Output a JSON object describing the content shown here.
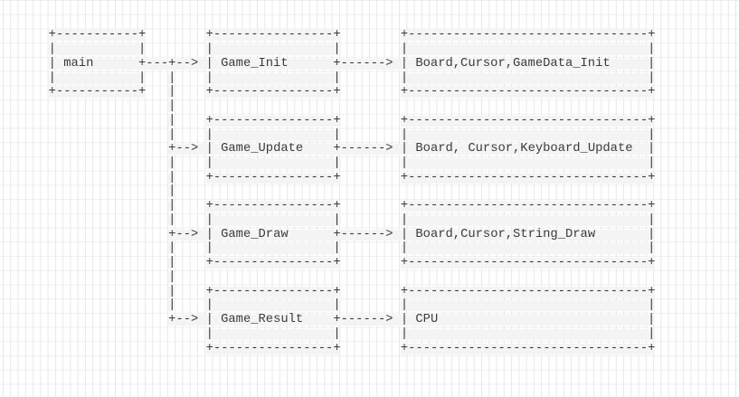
{
  "diagram": {
    "kind": "ascii-call-flow-diagram",
    "labels": {
      "entry": "main",
      "stages": [
        {
          "function": "Game_Init",
          "calls": "Board,Cursor,GameData_Init"
        },
        {
          "function": "Game_Update",
          "calls": "Board, Cursor,Keyboard_Update"
        },
        {
          "function": "Game_Draw",
          "calls": "Board,Cursor,String_Draw"
        },
        {
          "function": "Game_Result",
          "calls": "CPU"
        }
      ]
    },
    "colors": {
      "background": "#ffffff",
      "grid_vertical": "#e8e8e8",
      "grid_horizontal": "#efefef",
      "text": "#3b3b3b",
      "highlight": "#f4f4f4"
    },
    "lines": [
      {
        "r": 2,
        "s": [
          {
            "c": 6,
            "t": "+-----------+"
          },
          {
            "c": 27,
            "t": "+----------------+"
          },
          {
            "c": 53,
            "t": "+--------------------------------+"
          }
        ]
      },
      {
        "r": 3,
        "s": [
          {
            "c": 6,
            "t": "|           |"
          },
          {
            "c": 27,
            "t": "|                |"
          },
          {
            "c": 53,
            "t": "|                                |"
          }
        ]
      },
      {
        "r": 4,
        "s": [
          {
            "c": 6,
            "t": "| main      +---+--> | Game_Init      +------> | Board,Cursor,GameData_Init     |"
          }
        ]
      },
      {
        "r": 5,
        "s": [
          {
            "c": 6,
            "t": "|           |"
          },
          {
            "c": 22,
            "t": "|"
          },
          {
            "c": 27,
            "t": "|                |"
          },
          {
            "c": 53,
            "t": "|                                |"
          }
        ]
      },
      {
        "r": 6,
        "s": [
          {
            "c": 6,
            "t": "+-----------+"
          },
          {
            "c": 22,
            "t": "|"
          },
          {
            "c": 27,
            "t": "+----------------+"
          },
          {
            "c": 53,
            "t": "+--------------------------------+"
          }
        ]
      },
      {
        "r": 7,
        "s": [
          {
            "c": 22,
            "t": "|"
          }
        ]
      },
      {
        "r": 8,
        "s": [
          {
            "c": 22,
            "t": "|"
          },
          {
            "c": 27,
            "t": "+----------------+"
          },
          {
            "c": 53,
            "t": "+--------------------------------+"
          }
        ]
      },
      {
        "r": 9,
        "s": [
          {
            "c": 22,
            "t": "|"
          },
          {
            "c": 27,
            "t": "|                |"
          },
          {
            "c": 53,
            "t": "|                                |"
          }
        ]
      },
      {
        "r": 10,
        "s": [
          {
            "c": 22,
            "t": "+--> | Game_Update    +------> | Board, Cursor,Keyboard_Update  |"
          }
        ]
      },
      {
        "r": 11,
        "s": [
          {
            "c": 22,
            "t": "|"
          },
          {
            "c": 27,
            "t": "|                |"
          },
          {
            "c": 53,
            "t": "|                                |"
          }
        ]
      },
      {
        "r": 12,
        "s": [
          {
            "c": 22,
            "t": "|"
          },
          {
            "c": 27,
            "t": "+----------------+"
          },
          {
            "c": 53,
            "t": "+--------------------------------+"
          }
        ]
      },
      {
        "r": 13,
        "s": [
          {
            "c": 22,
            "t": "|"
          }
        ]
      },
      {
        "r": 14,
        "s": [
          {
            "c": 22,
            "t": "|"
          },
          {
            "c": 27,
            "t": "+----------------+"
          },
          {
            "c": 53,
            "t": "+--------------------------------+"
          }
        ]
      },
      {
        "r": 15,
        "s": [
          {
            "c": 22,
            "t": "|"
          },
          {
            "c": 27,
            "t": "|                |"
          },
          {
            "c": 53,
            "t": "|                                |"
          }
        ]
      },
      {
        "r": 16,
        "s": [
          {
            "c": 22,
            "t": "+--> | Game_Draw      +------> | Board,Cursor,String_Draw       |"
          }
        ]
      },
      {
        "r": 17,
        "s": [
          {
            "c": 22,
            "t": "|"
          },
          {
            "c": 27,
            "t": "|                |"
          },
          {
            "c": 53,
            "t": "|                                |"
          }
        ]
      },
      {
        "r": 18,
        "s": [
          {
            "c": 22,
            "t": "|"
          },
          {
            "c": 27,
            "t": "+----------------+"
          },
          {
            "c": 53,
            "t": "+--------------------------------+"
          }
        ]
      },
      {
        "r": 19,
        "s": [
          {
            "c": 22,
            "t": "|"
          }
        ]
      },
      {
        "r": 20,
        "s": [
          {
            "c": 22,
            "t": "|"
          },
          {
            "c": 27,
            "t": "+----------------+"
          },
          {
            "c": 53,
            "t": "+--------------------------------+"
          }
        ]
      },
      {
        "r": 21,
        "s": [
          {
            "c": 22,
            "t": "|"
          },
          {
            "c": 27,
            "t": "|                |"
          },
          {
            "c": 53,
            "t": "|                                |"
          }
        ]
      },
      {
        "r": 22,
        "s": [
          {
            "c": 22,
            "t": "+--> | Game_Result    +------> | CPU                            |"
          }
        ]
      },
      {
        "r": 23,
        "s": [
          {
            "c": 27,
            "t": "|                |"
          },
          {
            "c": 53,
            "t": "|                                |"
          }
        ]
      },
      {
        "r": 24,
        "s": [
          {
            "c": 27,
            "t": "+----------------+"
          },
          {
            "c": 53,
            "t": "+--------------------------------+"
          }
        ]
      }
    ]
  }
}
